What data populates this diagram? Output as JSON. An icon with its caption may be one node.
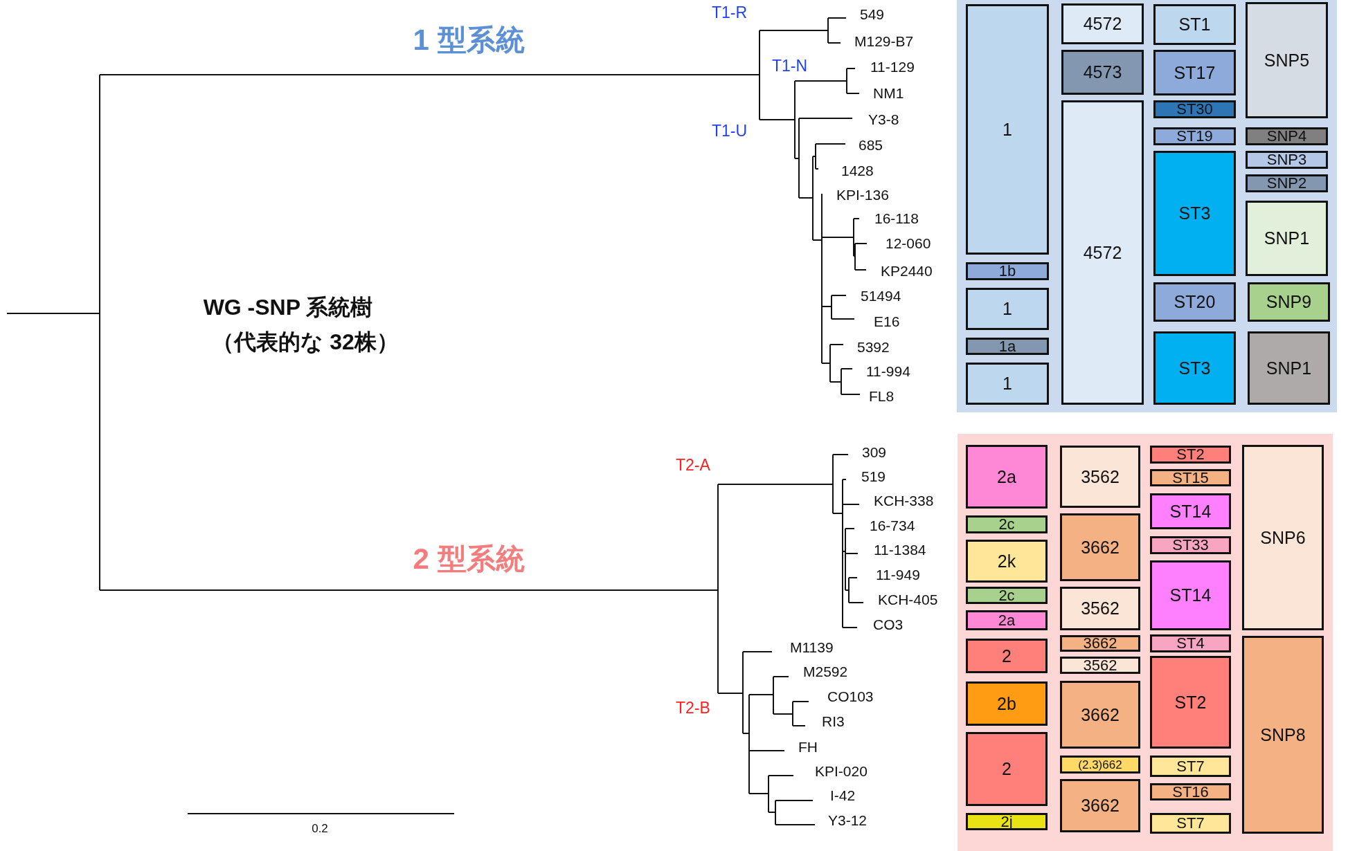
{
  "diagram": {
    "nodes": [
      {
        "text": [],
        "shape": "box"
      },
      {
        "text": [
          "1"
        ],
        "in": 0
      },
      {
        "text": [
          "1b"
        ],
        "in": 0
      },
      {
        "text": [
          "1"
        ],
        "in": 0
      },
      {
        "text": [
          "1a"
        ],
        "in": 0
      },
      {
        "text": [
          "1"
        ],
        "in": 0
      },
      {
        "text": [
          "4572"
        ],
        "in": 0
      },
      {
        "text": [
          "4573"
        ],
        "in": 0
      },
      {
        "text": [
          "4572"
        ],
        "in": 0
      },
      {
        "text": [
          "ST1"
        ],
        "in": 0
      },
      {
        "text": [
          "ST17"
        ],
        "in": 0
      },
      {
        "text": [
          "ST30"
        ],
        "in": 0
      },
      {
        "text": [
          "ST19"
        ],
        "in": 0
      },
      {
        "text": [
          "ST3"
        ],
        "in": 0
      },
      {
        "text": [
          "ST20"
        ],
        "in": 0
      },
      {
        "text": [
          "ST3"
        ],
        "in": 0
      },
      {
        "text": [
          "SNP5"
        ],
        "in": 0
      },
      {
        "text": [
          "SNP4"
        ],
        "in": 0
      },
      {
        "text": [
          "SNP3"
        ],
        "in": 0
      },
      {
        "text": [
          "SNP2"
        ],
        "in": 0
      },
      {
        "text": [
          "SNP1"
        ],
        "in": 0
      },
      {
        "text": [
          "SNP9"
        ],
        "in": 0
      },
      {
        "text": [
          "SNP1"
        ],
        "in": 0
      },
      {
        "text": [],
        "shape": "box"
      },
      {
        "text": [
          "2a"
        ],
        "in": 23
      },
      {
        "text": [
          "2c"
        ],
        "in": 23
      },
      {
        "text": [
          "2k"
        ],
        "in": 23
      },
      {
        "text": [
          "2c"
        ],
        "in": 23
      },
      {
        "text": [
          "2a"
        ],
        "in": 23
      },
      {
        "text": [
          "2"
        ],
        "in": 23
      },
      {
        "text": [
          "2b"
        ],
        "in": 23
      },
      {
        "text": [
          "2"
        ],
        "in": 23
      },
      {
        "text": [
          "2j"
        ],
        "in": 23
      },
      {
        "text": [
          "3562"
        ],
        "in": 23
      },
      {
        "text": [
          "3662"
        ],
        "in": 23
      },
      {
        "text": [
          "3562"
        ],
        "in": 23
      },
      {
        "text": [
          "3662"
        ],
        "in": 23
      },
      {
        "text": [
          "3562"
        ],
        "in": 23
      },
      {
        "text": [
          "3662"
        ],
        "in": 23
      },
      {
        "text": [
          "(2.3)662"
        ],
        "in": 23
      },
      {
        "text": [
          "3662"
        ],
        "in": 23
      },
      {
        "text": [
          "ST2"
        ],
        "in": 23
      },
      {
        "text": [
          "ST15"
        ],
        "in": 23
      },
      {
        "text": [
          "ST14"
        ],
        "in": 23
      },
      {
        "text": [
          "ST33"
        ],
        "in": 23
      },
      {
        "text": [
          "ST14"
        ],
        "in": 23
      },
      {
        "text": [
          "ST4"
        ],
        "in": 23
      },
      {
        "text": [
          "ST2"
        ],
        "in": 23
      },
      {
        "text": [
          "ST7"
        ],
        "in": 23
      },
      {
        "text": [
          "ST16"
        ],
        "in": 23
      },
      {
        "text": [
          "ST7"
        ],
        "in": 23
      },
      {
        "text": [
          "SNP6"
        ],
        "in": 23
      },
      {
        "text": [
          "SNP8"
        ],
        "in": 23
      }
    ],
    "labels": [
      "T1-R",
      "1 型系統",
      "549",
      "M129-B7",
      "T1-N",
      "11-129",
      "NM1",
      "Y3-8",
      "T1-U",
      "685",
      "1428",
      "KPI-136",
      "16-118",
      "12-060",
      "KP2440",
      "51494",
      "E16",
      "5392",
      "11-994",
      "FL8",
      "WG -SNP 系統樹",
      "（代表的な 32株）",
      "309",
      "T2-A",
      "519",
      "KCH-338",
      "16-734",
      "11-1384",
      "11-949",
      "KCH-405",
      "CO3",
      "2 型系統",
      "M1139",
      "M2592",
      "CO103",
      "T2-B",
      "RI3",
      "FH",
      "KPI-020",
      "I-42",
      "Y3-12",
      "0.2"
    ]
  }
}
